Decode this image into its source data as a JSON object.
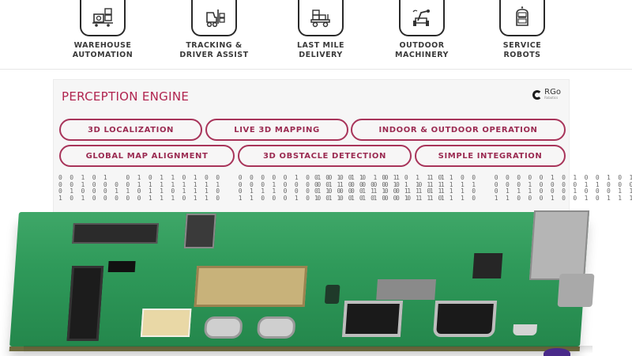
{
  "use_cases": [
    {
      "label": "WAREHOUSE\nAUTOMATION",
      "icon": "warehouse-robot-icon"
    },
    {
      "label": "TRACKING &\nDRIVER ASSIST",
      "icon": "forklift-icon"
    },
    {
      "label": "LAST MILE\nDELIVERY",
      "icon": "delivery-robot-icon"
    },
    {
      "label": "OUTDOOR\nMACHINERY",
      "icon": "outdoor-machine-icon"
    },
    {
      "label": "SERVICE\nROBOTS",
      "icon": "service-robot-icon"
    }
  ],
  "panel": {
    "title": "PERCEPTION ENGINE",
    "logo": {
      "main": "RGo",
      "sub": "Robotics"
    },
    "features": [
      "3D LOCALIZATION",
      "LIVE 3D MAPPING",
      "INDOOR & OUTDOOR OPERATION",
      "GLOBAL MAP ALIGNMENT",
      "3D OBSTACLE DETECTION",
      "SIMPLE INTEGRATION"
    ],
    "binary_block": "0 0 1 0 1   0 1 0 1 1 0 1 0 0   0 0 0 0 0 1 0 1 0 0 1 0 1 0 1     1 1\n0 0 1 0 0 0 0 1 1 1 1 1 1 1 1   0 0 0 1 0 0 0 0 1 1 0 0 0 0 0   0 1 1\n0 1 0 0 0 1 1 0 1 1 0 1 1 1 0   0 1 1 1 0 0 0 1 0 0 0 1 1 0 0 1 1 1 1\n1 0 1 0 0 0 0 0 1 1 1 0 1 1 0   1 1 0 0 0 1 0 0 1 0 1 1 1 0 0 0 1 1 1"
  },
  "colors": {
    "accent": "#b0244f",
    "pill_border": "#a8345a",
    "board_green": "#2f9a5a",
    "text_dark": "#3a3a3a"
  }
}
